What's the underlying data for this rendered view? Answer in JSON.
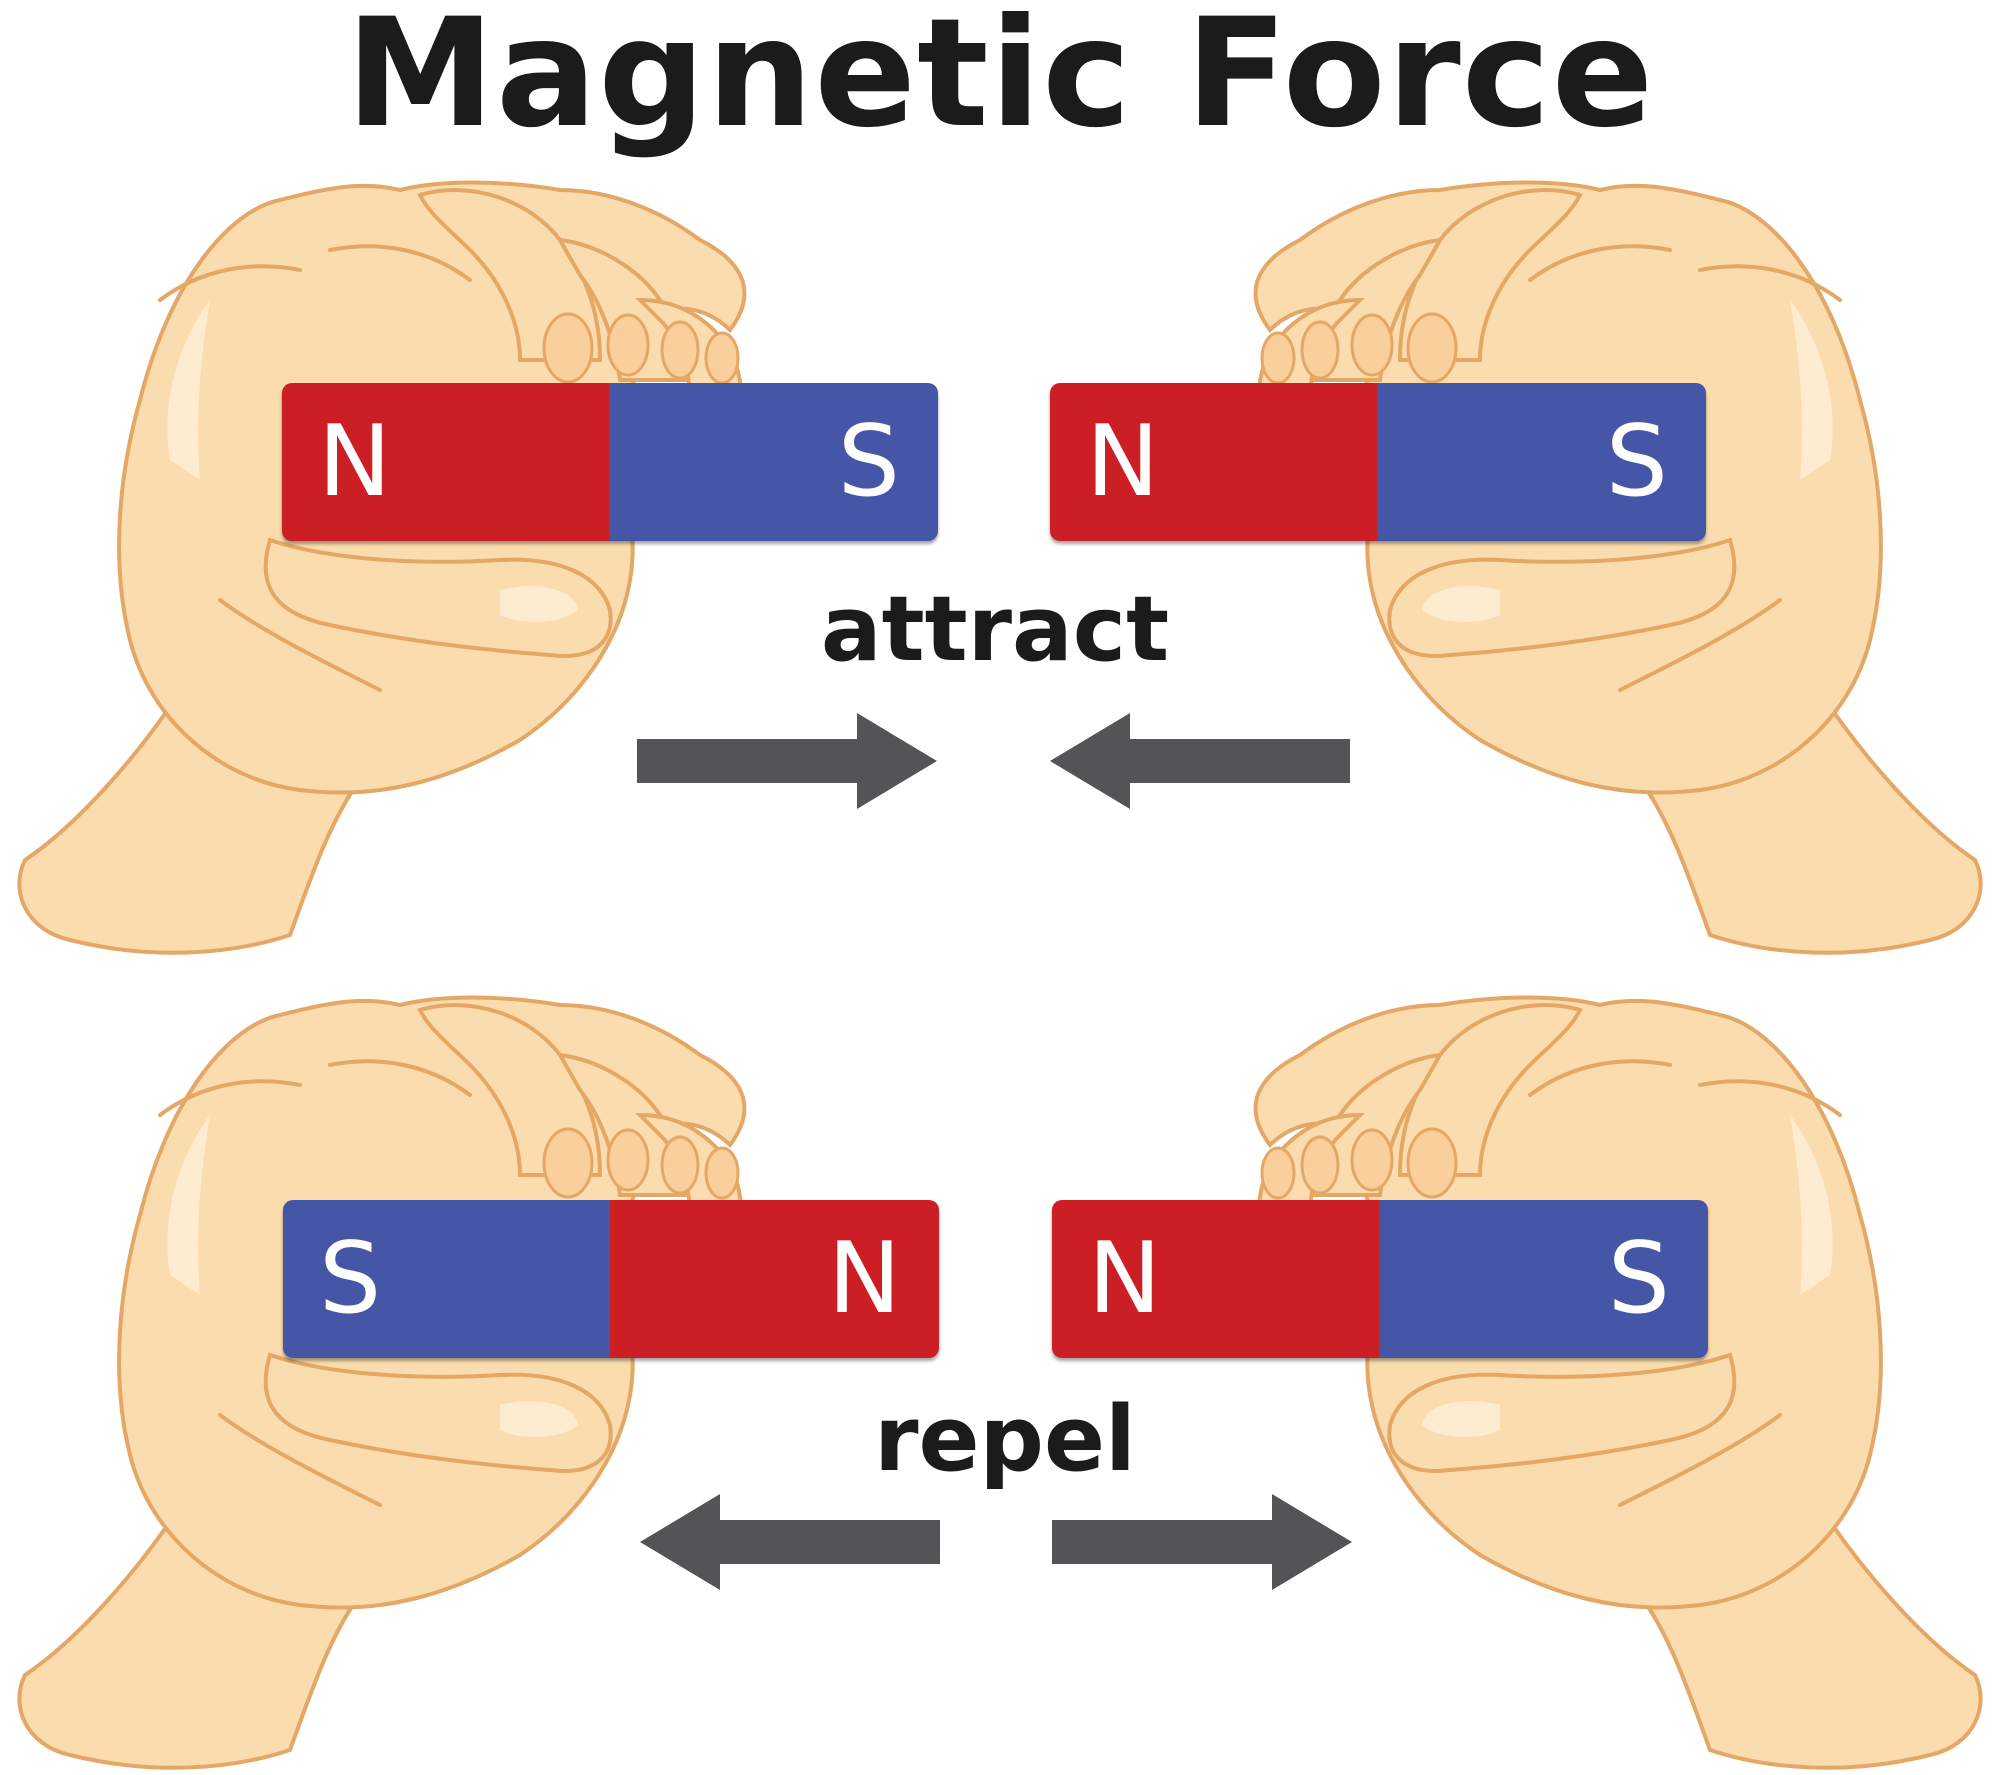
{
  "title": "Magnetic Force",
  "rows": [
    {
      "label": "attract",
      "left_magnet": {
        "left_pole": "N",
        "right_pole": "S"
      },
      "right_magnet": {
        "left_pole": "N",
        "right_pole": "S"
      },
      "arrows": "toward each other"
    },
    {
      "label": "repel",
      "left_magnet": {
        "left_pole": "S",
        "right_pole": "N"
      },
      "right_magnet": {
        "left_pole": "N",
        "right_pole": "S"
      },
      "arrows": "away from each other"
    }
  ],
  "colors": {
    "north": "#cc1f25",
    "south": "#4656a6",
    "arrow": "#545356",
    "skin": "#fbdcae",
    "skin_outline": "#e4a766",
    "text": "#1b1b1b"
  }
}
